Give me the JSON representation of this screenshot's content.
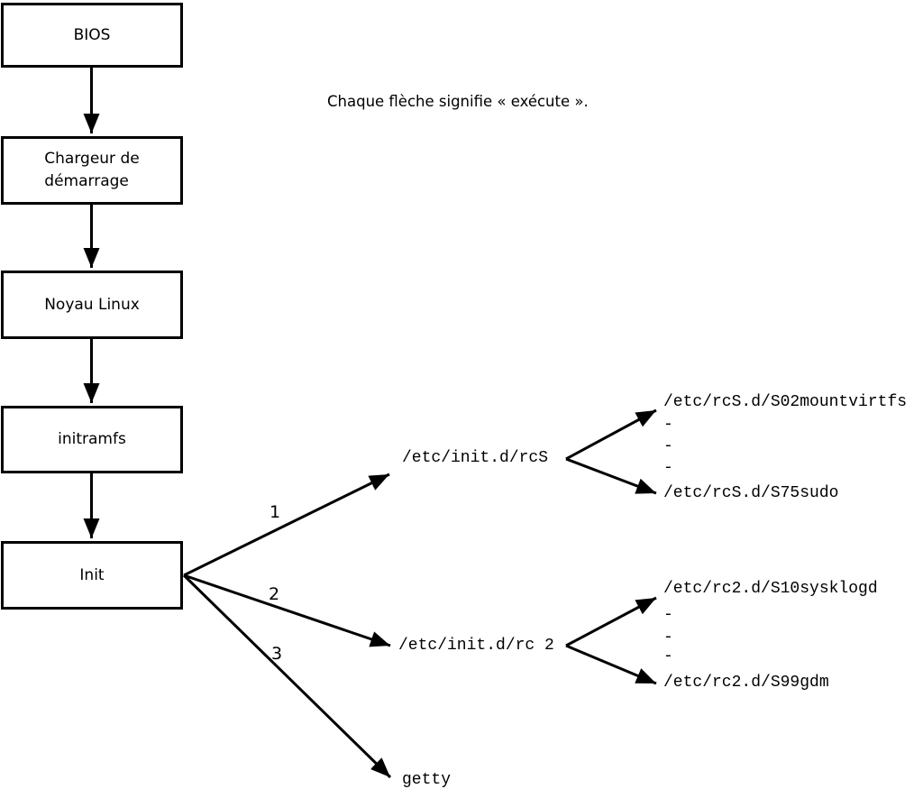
{
  "note": "Chaque flèche signifie « exécute ».",
  "flow_boxes": [
    {
      "id": "bios",
      "label": "BIOS"
    },
    {
      "id": "bootloader",
      "label": "Chargeur de\ndémarrage"
    },
    {
      "id": "kernel",
      "label": "Noyau Linux"
    },
    {
      "id": "initramfs",
      "label": "initramfs"
    },
    {
      "id": "init",
      "label": "Init"
    }
  ],
  "branches": [
    {
      "number": "1",
      "target": "/etc/init.d/rcS"
    },
    {
      "number": "2",
      "target": "/etc/init.d/rc 2"
    },
    {
      "number": "3",
      "target": "getty"
    }
  ],
  "fanouts": [
    {
      "first": "/etc/rcS.d/S02mountvirtfs",
      "dashes": [
        "-",
        "-",
        "-"
      ],
      "last": "/etc/rcS.d/S75sudo"
    },
    {
      "first": "/etc/rc2.d/S10sysklogd",
      "dashes": [
        "-",
        "-",
        "-"
      ],
      "last": "/etc/rc2.d/S99gdm"
    }
  ],
  "colors": {
    "line": "#000000",
    "background": "#ffffff"
  }
}
